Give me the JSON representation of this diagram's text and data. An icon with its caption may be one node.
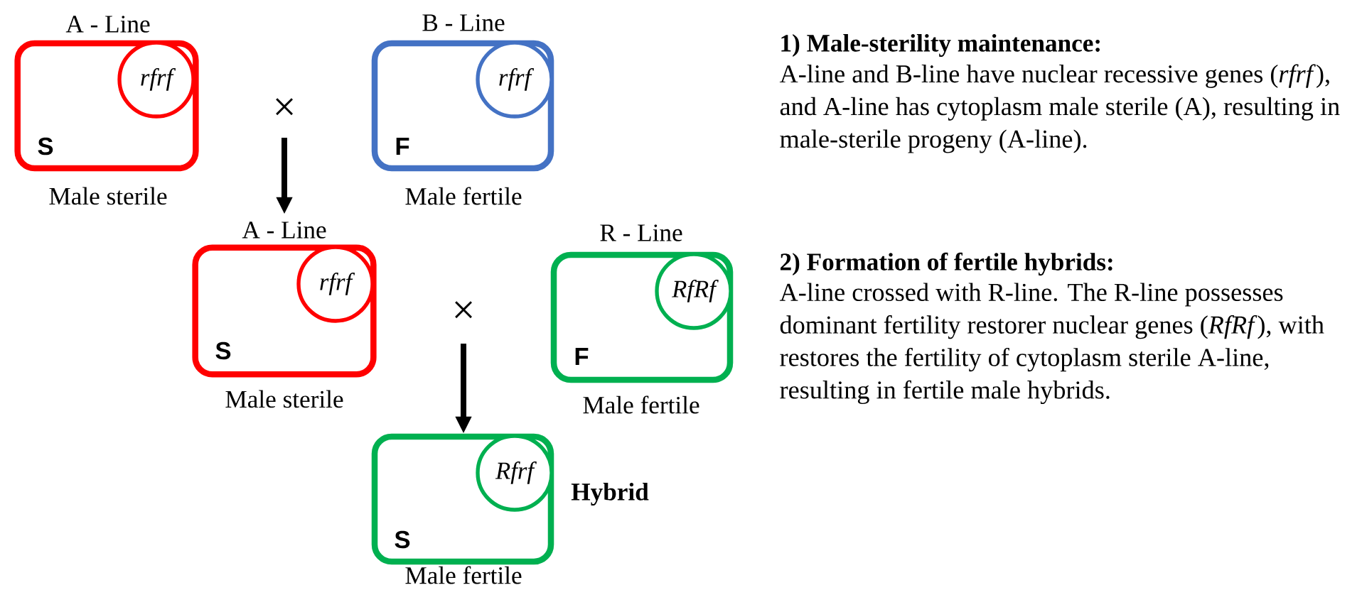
{
  "diagram": {
    "nodes": [
      {
        "text": [
          "A - Line",
          "S"
        ],
        "beside": [
          "Male sterile"
        ]
      },
      {
        "text": [
          "rfrf"
        ],
        "in": 0
      },
      {
        "text": [
          "B - Line",
          "F"
        ],
        "beside": [
          "Male fertile"
        ]
      },
      {
        "text": [
          "rfrf"
        ],
        "in": 2
      },
      {
        "text": [
          "A - Line",
          "S"
        ],
        "beside": [
          "Male sterile"
        ]
      },
      {
        "text": [
          "rfrf"
        ],
        "in": 4
      },
      {
        "text": [
          "R - Line",
          "F"
        ],
        "beside": [
          "Male fertile"
        ]
      },
      {
        "text": [
          "RfRf"
        ],
        "in": 6
      },
      {
        "text": [
          "S"
        ],
        "beside": [
          "Hybrid",
          "Male fertile"
        ]
      },
      {
        "text": [
          "Rfrf"
        ],
        "in": 8
      }
    ],
    "edges": [
      {
        "from": null,
        "to": 4,
        "arrow": "to"
      },
      {
        "from": null,
        "to": 8,
        "arrow": "to"
      }
    ],
    "labels": [
      "×",
      "×",
      "1) Male-sterility maintenance:",
      "A-line and B-line have nuclear recessive genes (*rfrf*), and A-line has cytoplasm male sterile (A), resulting in male-sterile progeny (A-line).",
      "2) Formation of fertile hybrids:",
      "A-line crossed with R-line. The R-line possesses dominant fertility restorer nuclear genes (*RfRf*), with restores the fertility of cytoplasm sterile A-line, resulting in fertile male hybrids."
    ]
  }
}
